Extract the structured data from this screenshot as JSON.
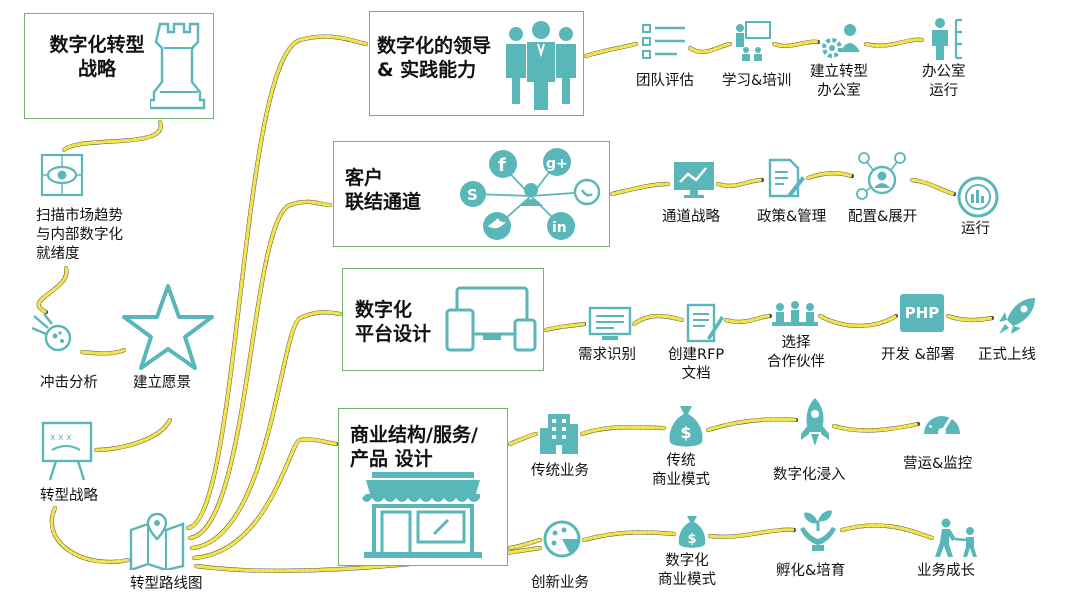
{
  "strategy": {
    "title": "数字化转型\n战略",
    "scan_label": "扫描市场趋势\n与内部数字化\n就绪度",
    "impact_label": "冲击分析",
    "vision_label": "建立愿景",
    "strategy_label": "转型战略",
    "roadmap_label": "转型路线图"
  },
  "leadership": {
    "title": "数字化的领导\n& 实践能力",
    "steps": [
      "团队评估",
      "学习&培训",
      "建立转型\n办公室",
      "办公室\n运行"
    ]
  },
  "customer": {
    "title": "客户\n联结通道",
    "steps": [
      "通道战略",
      "政策&管理",
      "配置&展开",
      "运行"
    ]
  },
  "platform": {
    "title": "数字化\n平台设计",
    "steps": [
      "需求识别",
      "创建RFP\n文档",
      "选择\n合作伙伴",
      "开发 &部署",
      "正式上线"
    ]
  },
  "business": {
    "title": "商业结构/服务/\n产品 设计",
    "traditional": [
      "传统业务",
      "传统\n商业模式",
      "数字化浸入",
      "营运&监控"
    ],
    "innovation": [
      "创新业务",
      "数字化\n商业模式",
      "孵化&培育",
      "业务成长"
    ]
  },
  "colors": {
    "accent": "#5ab7b9",
    "box_border": "#6fb46f",
    "link_yellow": "#f2e44a",
    "link_dark": "#444444"
  },
  "icons": {
    "social": [
      "facebook-icon",
      "google-plus-icon",
      "skype-icon",
      "whatsapp-icon",
      "twitter-icon",
      "linkedin-icon"
    ],
    "php_text": "PHP"
  }
}
